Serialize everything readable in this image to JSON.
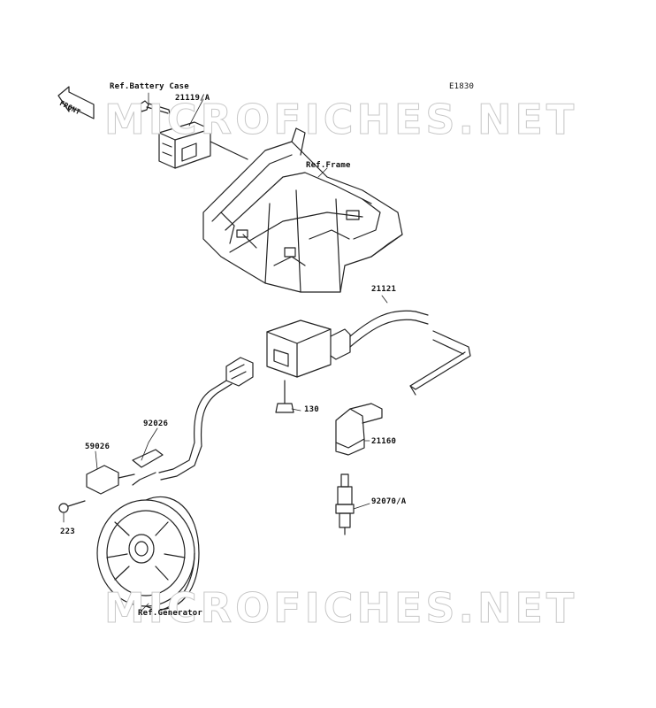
{
  "diagram_code": "E1830",
  "front_label": "FRONT",
  "watermark": "MICROFICHES.NET",
  "refs": {
    "battery_case": "Ref.Battery Case",
    "frame": "Ref.Frame",
    "generator": "Ref.Generator"
  },
  "parts": {
    "p21119": "21119/A",
    "p21121": "21121",
    "p130": "130",
    "p92026": "92026",
    "p59026": "59026",
    "p21160": "21160",
    "p92070": "92070/A",
    "p223": "223"
  }
}
